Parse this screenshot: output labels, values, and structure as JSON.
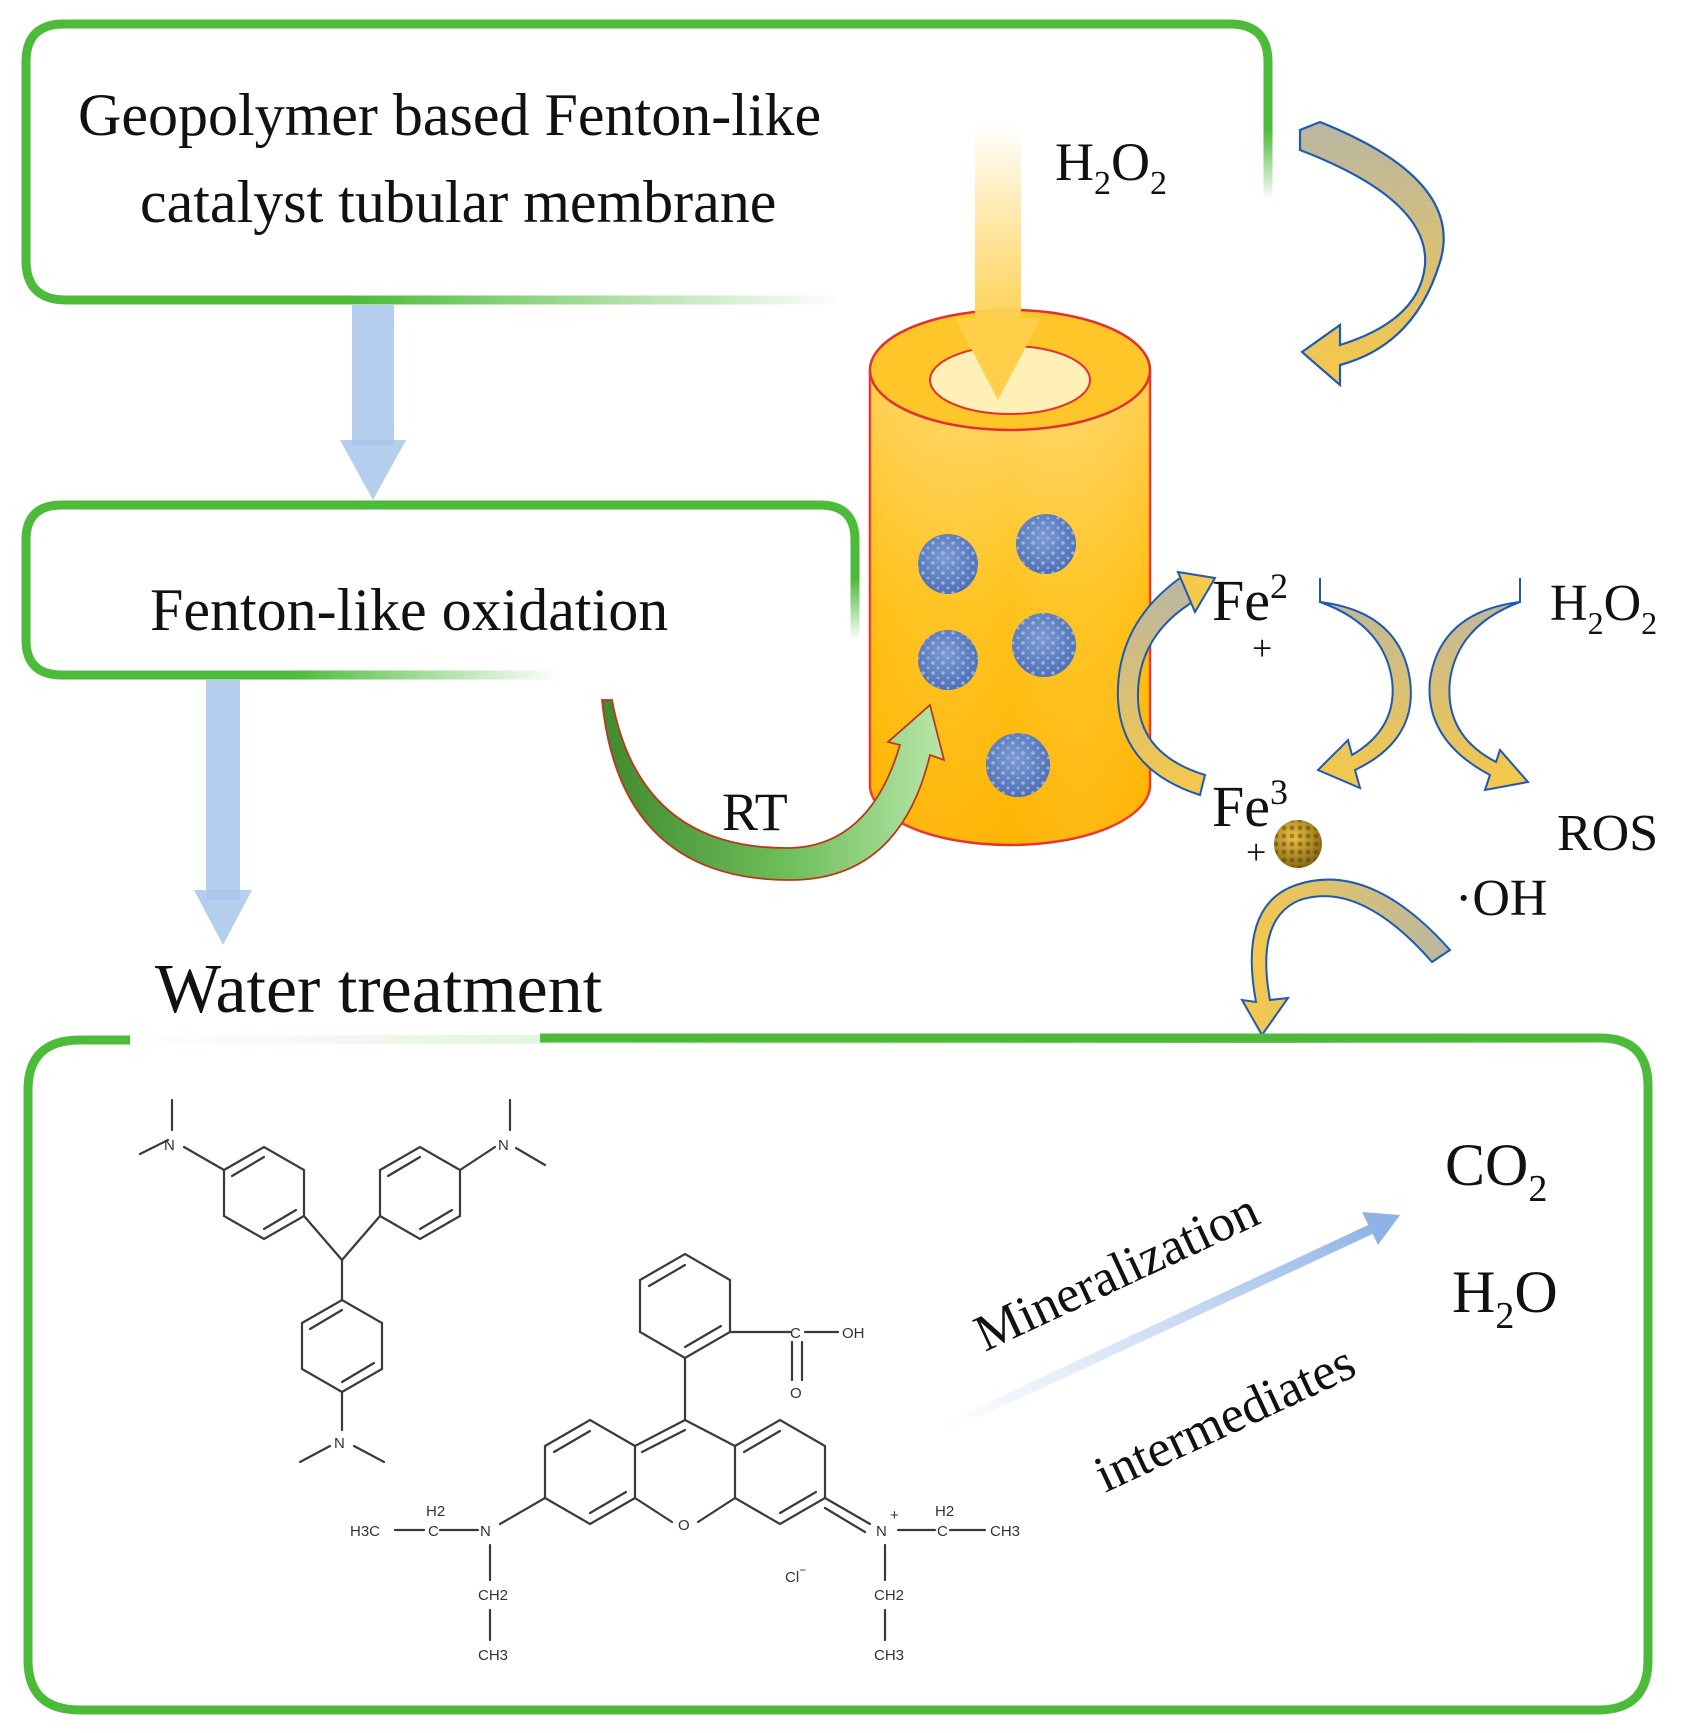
{
  "boxes": {
    "top_line1": "Geopolymer based Fenton-like",
    "top_line2": "catalyst tubular membrane",
    "middle": "Fenton-like oxidation",
    "water_treatment": "Water treatment"
  },
  "reaction": {
    "h2o2_top_main": "H",
    "h2o2_top_sub1": "2",
    "h2o2_top_o": "O",
    "h2o2_top_sub2": "2",
    "rt": "RT",
    "fe2_main": "Fe",
    "fe2_sup": "2",
    "fe2_plus": "+",
    "fe3_main": "Fe",
    "fe3_sup": "3",
    "fe3_plus": "+",
    "h2o2_right_main": "H",
    "h2o2_right_sub1": "2",
    "h2o2_right_o": "O",
    "h2o2_right_sub2": "2",
    "ros": "ROS",
    "oh": "·OH"
  },
  "products": {
    "mineralization": "Mineralization",
    "intermediates": "intermediates",
    "co2_main": "CO",
    "co2_sub": "2",
    "h2o_h": "H",
    "h2o_sub": "2",
    "h2o_o": "O"
  },
  "molecule_labels": {
    "oh": "OH",
    "o_carbonyl": "O",
    "o_ring": "O",
    "n_left": "N",
    "n_right": "N",
    "n_plus": "+",
    "cl": "Cl",
    "cl_minus": "−",
    "h3c": "H3C",
    "h2_left": "H2",
    "ch2_left": "CH2",
    "ch3_left": "CH3",
    "h2_right": "H2",
    "ch3_right": "CH3",
    "ch2_right": "CH2",
    "ch3_right_bottom": "CH3",
    "c_left": "C",
    "c_right": "C",
    "c_acid": "C"
  },
  "colors": {
    "frame_green": "#4dbb3a",
    "flow_arrow_blue": "#a9c5ea",
    "cylinder_orange": "#ffb300",
    "cylinder_edge": "#e53030",
    "particle_blue": "#5f80c0",
    "rt_arrow_green": "#4f9a3c",
    "cycle_arrow_gold": "#f5c542",
    "cycle_arrow_outline": "#1e5ab4"
  }
}
